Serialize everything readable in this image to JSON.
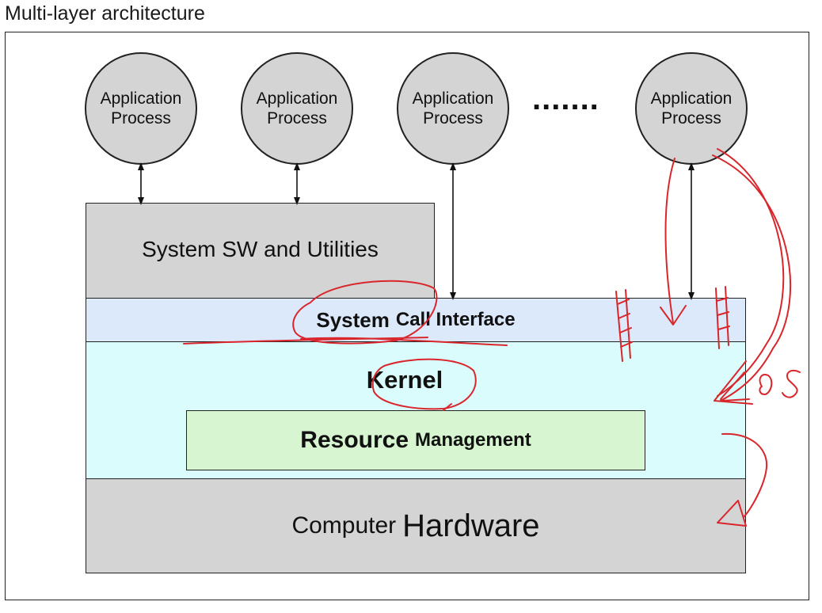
{
  "title": "Multi-layer architecture",
  "processes": [
    {
      "line1": "Application",
      "line2": "Process"
    },
    {
      "line1": "Application",
      "line2": "Process"
    },
    {
      "line1": "Application",
      "line2": "Process"
    },
    {
      "line1": "Application",
      "line2": "Process"
    }
  ],
  "ellipsis": ".......",
  "layers": {
    "system_sw": "System SW and Utilities",
    "syscall_word1": "System",
    "syscall_word2": "Call Interface",
    "kernel": "Kernel",
    "resource_word1": "Resource",
    "resource_word2": "Management",
    "hardware_word1": "Computer",
    "hardware_word2": "Hardware"
  },
  "annotation_text": "OS",
  "colors": {
    "process_fill": "#d4d4d4",
    "system_sw_fill": "#d4d4d4",
    "syscall_fill": "#dce9fb",
    "kernel_fill": "#dbfcfc",
    "resource_fill": "#d6f5d0",
    "hardware_fill": "#d4d4d4",
    "annotation_ink": "#d9262c"
  }
}
